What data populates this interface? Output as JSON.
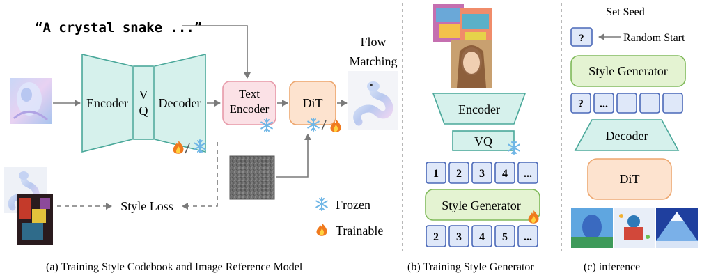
{
  "panel_a": {
    "prompt": "“A crystal snake ...”",
    "encoder": "Encoder",
    "vq_v": "V",
    "vq_q": "Q",
    "decoder": "Decoder",
    "text_encoder_1": "Text",
    "text_encoder_2": "Encoder",
    "dit": "DiT",
    "flow_1": "Flow",
    "flow_2": "Matching",
    "style_loss": "Style Loss",
    "legend_frozen": "Frozen",
    "legend_trainable": "Trainable",
    "caption": "(a)  Training Style Codebook and Image Reference Model"
  },
  "panel_b": {
    "encoder": "Encoder",
    "vq": "VQ",
    "tokens_in": [
      "1",
      "2",
      "3",
      "4",
      "..."
    ],
    "style_generator": "Style Generator",
    "tokens_out": [
      "2",
      "3",
      "4",
      "5",
      "..."
    ],
    "caption": "(b) Training Style Generator"
  },
  "panel_c": {
    "set_seed": "Set Seed",
    "seed_token": "?",
    "random_start": "Random Start",
    "style_generator": "Style Generator",
    "tokens": [
      "?",
      "...",
      "",
      "",
      ""
    ],
    "decoder": "Decoder",
    "dit": "DiT",
    "caption": "(c) inference"
  },
  "colors": {
    "teal_fill": "#d6f1ec",
    "teal_stroke": "#4aa89a",
    "pink_fill": "#fbe1e6",
    "pink_stroke": "#e79aa9",
    "orange_fill": "#fde3cf",
    "orange_stroke": "#eda66e",
    "green_fill": "#e4f3d2",
    "green_stroke": "#7fb959",
    "token_fill": "#dfe8f9",
    "token_stroke": "#4a68b8",
    "arrow": "#7a7a7a"
  }
}
